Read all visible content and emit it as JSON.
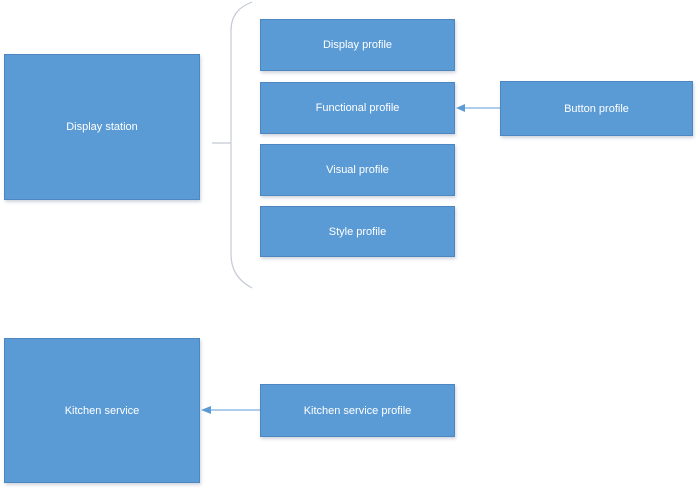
{
  "diagram": {
    "nodes": {
      "display_station": {
        "label": "Display station"
      },
      "display_profile": {
        "label": "Display profile"
      },
      "functional_profile": {
        "label": "Functional profile"
      },
      "visual_profile": {
        "label": "Visual profile"
      },
      "style_profile": {
        "label": "Style profile"
      },
      "button_profile": {
        "label": "Button profile"
      },
      "kitchen_service": {
        "label": "Kitchen service"
      },
      "kitchen_service_profile": {
        "label": "Kitchen service profile"
      }
    },
    "edges": [
      {
        "from": "display_station",
        "to": "profile_group",
        "type": "brace"
      },
      {
        "from": "button_profile",
        "to": "functional_profile",
        "type": "arrow"
      },
      {
        "from": "kitchen_service_profile",
        "to": "kitchen_service",
        "type": "arrow"
      }
    ],
    "colors": {
      "node_fill": "#5b9bd5",
      "node_border": "#4e87c0",
      "node_text": "#ffffff",
      "connector_gray": "#c4cad3",
      "arrow_blue": "#5b9bd5",
      "canvas_bg": "#ffffff"
    }
  }
}
